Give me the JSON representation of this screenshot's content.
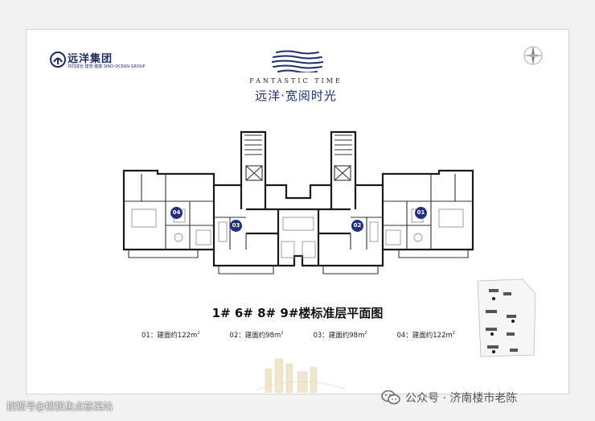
{
  "brand": {
    "name": "远洋集团",
    "subtitle": "SINO-OCEAN GROUP",
    "tagline_cn": "共同成长 建筑·健康"
  },
  "project": {
    "tag_en": "FANTASTIC TIME",
    "tag_cn": "远洋·宽阅时光"
  },
  "plan": {
    "unit_labels": [
      "04",
      "03",
      "02",
      "01"
    ]
  },
  "title": "1# 6# 8# 9#楼标准层平面图",
  "legend": [
    {
      "code": "01",
      "text": "01：建面约122m",
      "sup": "2"
    },
    {
      "code": "02",
      "text": "02：建面约98m",
      "sup": "2"
    },
    {
      "code": "03",
      "text": "03：建面约98m",
      "sup": "2"
    },
    {
      "code": "04",
      "text": "04：建面约122m",
      "sup": "2"
    }
  ],
  "watermark": {
    "left": "搜狐号@搜狐焦点慈溪站",
    "right": "公众号 · 济南楼市老陈"
  },
  "colors": {
    "accent": "#22317a",
    "wall": "#1a1a1a",
    "brand": "#1f2a5c"
  }
}
